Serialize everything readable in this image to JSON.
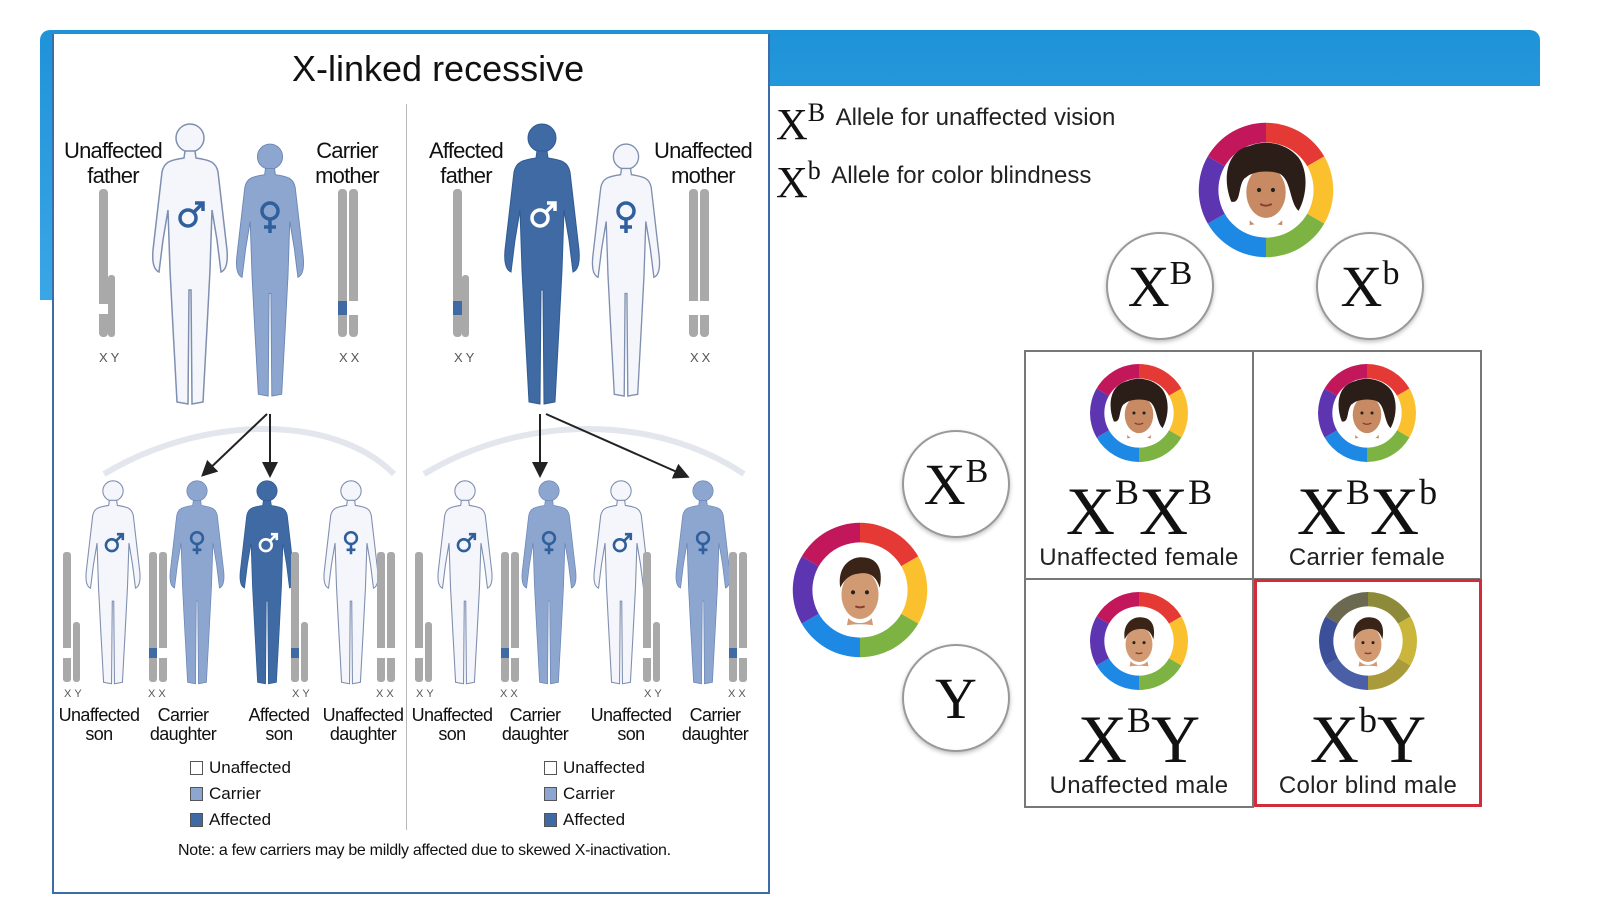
{
  "title": "X-linked recessive",
  "parents": {
    "left_father": "Unaffected\nfather",
    "left_mother": "Carrier\nmother",
    "right_father": "Affected\nfather",
    "right_mother": "Unaffected\nmother",
    "xy": "XY",
    "xx": "XX"
  },
  "children_left": [
    "Unaffected\nson",
    "Carrier\ndaughter",
    "Affected\nson",
    "Unaffected\ndaughter"
  ],
  "children_right": [
    "Unaffected\nson",
    "Carrier\ndaughter",
    "Unaffected\nson",
    "Carrier\ndaughter"
  ],
  "legend": [
    "Unaffected",
    "Carrier",
    "Affected"
  ],
  "note": "Note: a few carriers may be mildly affected due to skewed X-inactivation.",
  "alleles": {
    "B_text": "Allele for unaffected vision",
    "b_text": "Allele for color blindness"
  },
  "punnett": {
    "mother_alleles": [
      "B",
      "b"
    ],
    "father_alleles": [
      "B",
      "Y"
    ],
    "cells": [
      {
        "label": "Unaffected female"
      },
      {
        "label": "Carrier female"
      },
      {
        "label": "Unaffected male"
      },
      {
        "label": "Color blind male"
      }
    ]
  },
  "colors": {
    "unaffected": "#f2f5fb",
    "carrier": "#8da6cf",
    "affected": "#3f6aa3",
    "highlight": "#d22b3a",
    "banner": "#2b9ee0"
  },
  "icons": [
    "male-symbol-icon",
    "female-symbol-icon",
    "color-wheel-icon",
    "female-face-icon",
    "male-face-icon"
  ]
}
